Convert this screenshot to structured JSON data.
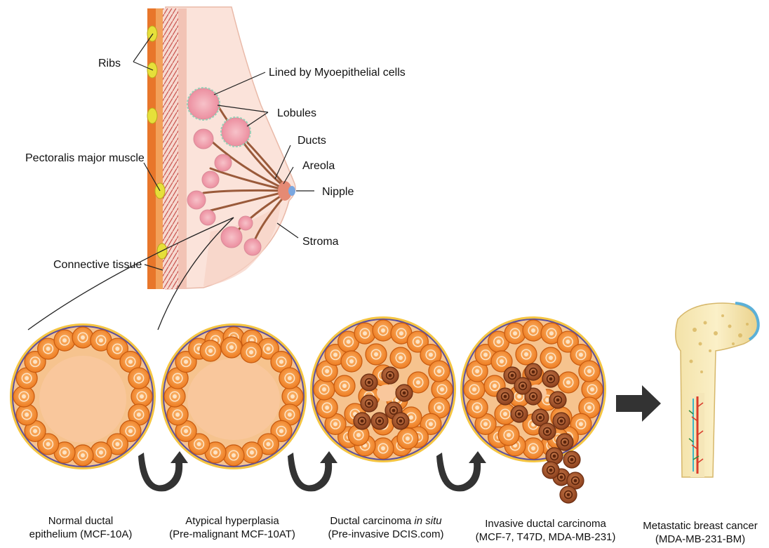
{
  "anatomy": {
    "labels": {
      "ribs": "Ribs",
      "myo": "Lined by Myoepithelial cells",
      "lobules": "Lobules",
      "ducts": "Ducts",
      "pectoralis": "Pectoralis major muscle",
      "areola": "Areola",
      "nipple": "Nipple",
      "stroma": "Stroma",
      "connective": "Connective tissue"
    }
  },
  "stages": [
    {
      "line1": "Normal ductal",
      "line2": "epithelium (MCF-10A)"
    },
    {
      "line1": "Atypical hyperplasia",
      "line2": "(Pre-malignant MCF-10AT)"
    },
    {
      "line1_pre": "Ductal carcinoma ",
      "line1_italic": "in situ",
      "line2": "(Pre-invasive DCIS.com)"
    },
    {
      "line1": "Invasive ductal carcinoma",
      "line2": "(MCF-7, T47D, MDA-MB-231)"
    },
    {
      "line1": "Metastatic breast cancer",
      "line2": "(MDA-MB-231-BM)"
    }
  ],
  "colors": {
    "cell_fill": "#f08a2c",
    "cell_stroke": "#c65a10",
    "lumen": "#f9c79c",
    "tumor": "#a0522d",
    "duct_wall": "#5a4ea0",
    "duct_rim": "#f5c542",
    "arrow": "#333333"
  }
}
